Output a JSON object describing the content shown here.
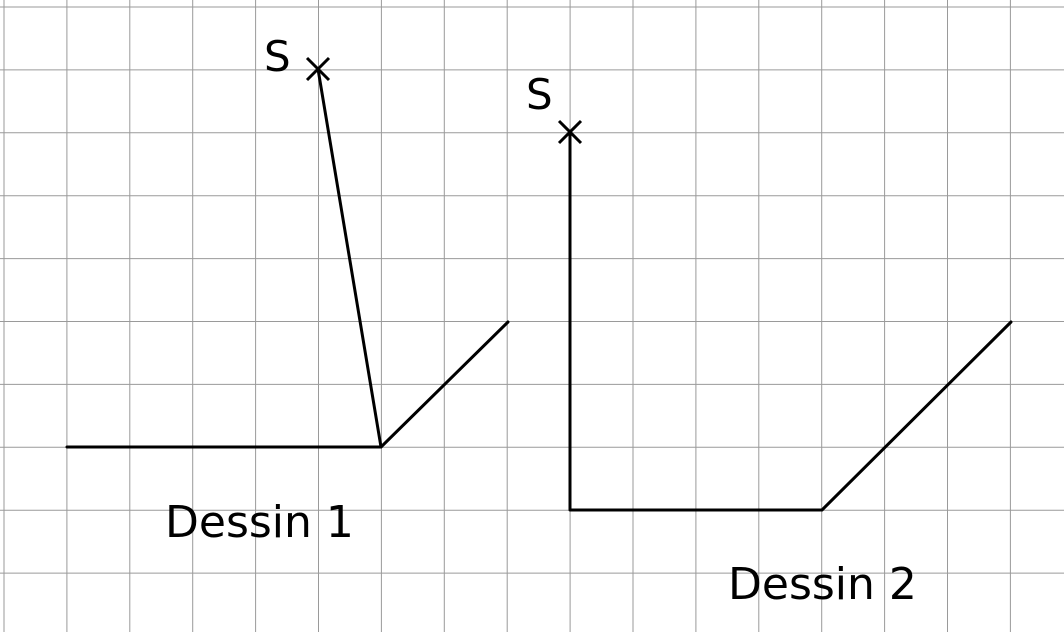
{
  "grid": {
    "step_label": "",
    "line_color": "#9a9a9a"
  },
  "drawings": [
    {
      "caption": "Dessin 1",
      "point_label": "S",
      "point_marker": "cross-icon"
    },
    {
      "caption": "Dessin 2",
      "point_label": "S",
      "point_marker": "cross-icon"
    }
  ]
}
